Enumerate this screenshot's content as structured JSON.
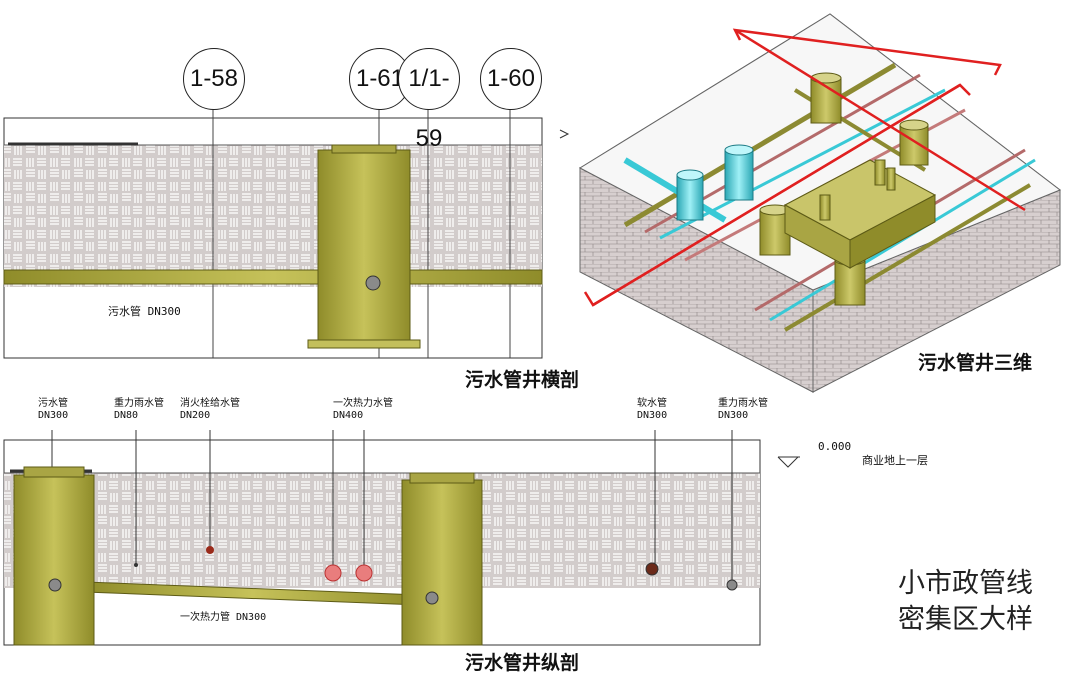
{
  "cross_section": {
    "axis_tags": [
      "1-58",
      "1-61",
      "1/1-59",
      "1-60"
    ],
    "pipe_label": "污水管 DN300",
    "caption": "污水管井横剖"
  },
  "isometric_3d": {
    "caption": "污水管井三维"
  },
  "longitudinal_section": {
    "pipe_labels": [
      {
        "name": "污水管",
        "size": "DN300"
      },
      {
        "name": "重力雨水管",
        "size": "DN80"
      },
      {
        "name": "消火栓给水管",
        "size": "DN200"
      },
      {
        "name": "一次热力水管",
        "size": "DN400"
      },
      {
        "name": "软水管",
        "size": "DN300"
      },
      {
        "name": "重力雨水管",
        "size": "DN300"
      }
    ],
    "elevation_value": "0.000",
    "elevation_label": "商业地上一层",
    "inclined_pipe_label": "一次热力管 DN300",
    "caption": "污水管井纵剖"
  },
  "note": {
    "line1": "小市政管线",
    "line2": "密集区大样"
  },
  "colors": {
    "soil": "#d2cccb",
    "pipe_olive": "#b5b24a",
    "pipe_dark": "#6e6c1e",
    "section_red": "#e02020",
    "cyan_pipe": "#39c9d6"
  }
}
